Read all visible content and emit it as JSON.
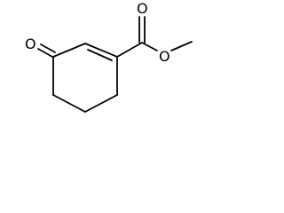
{
  "molecule": {
    "atoms": {
      "ketone_oxygen": "O",
      "carbonyl_oxygen": "O",
      "ester_oxygen": "O"
    },
    "colors": {
      "bond": "#000000",
      "background": "#ffffff"
    }
  }
}
